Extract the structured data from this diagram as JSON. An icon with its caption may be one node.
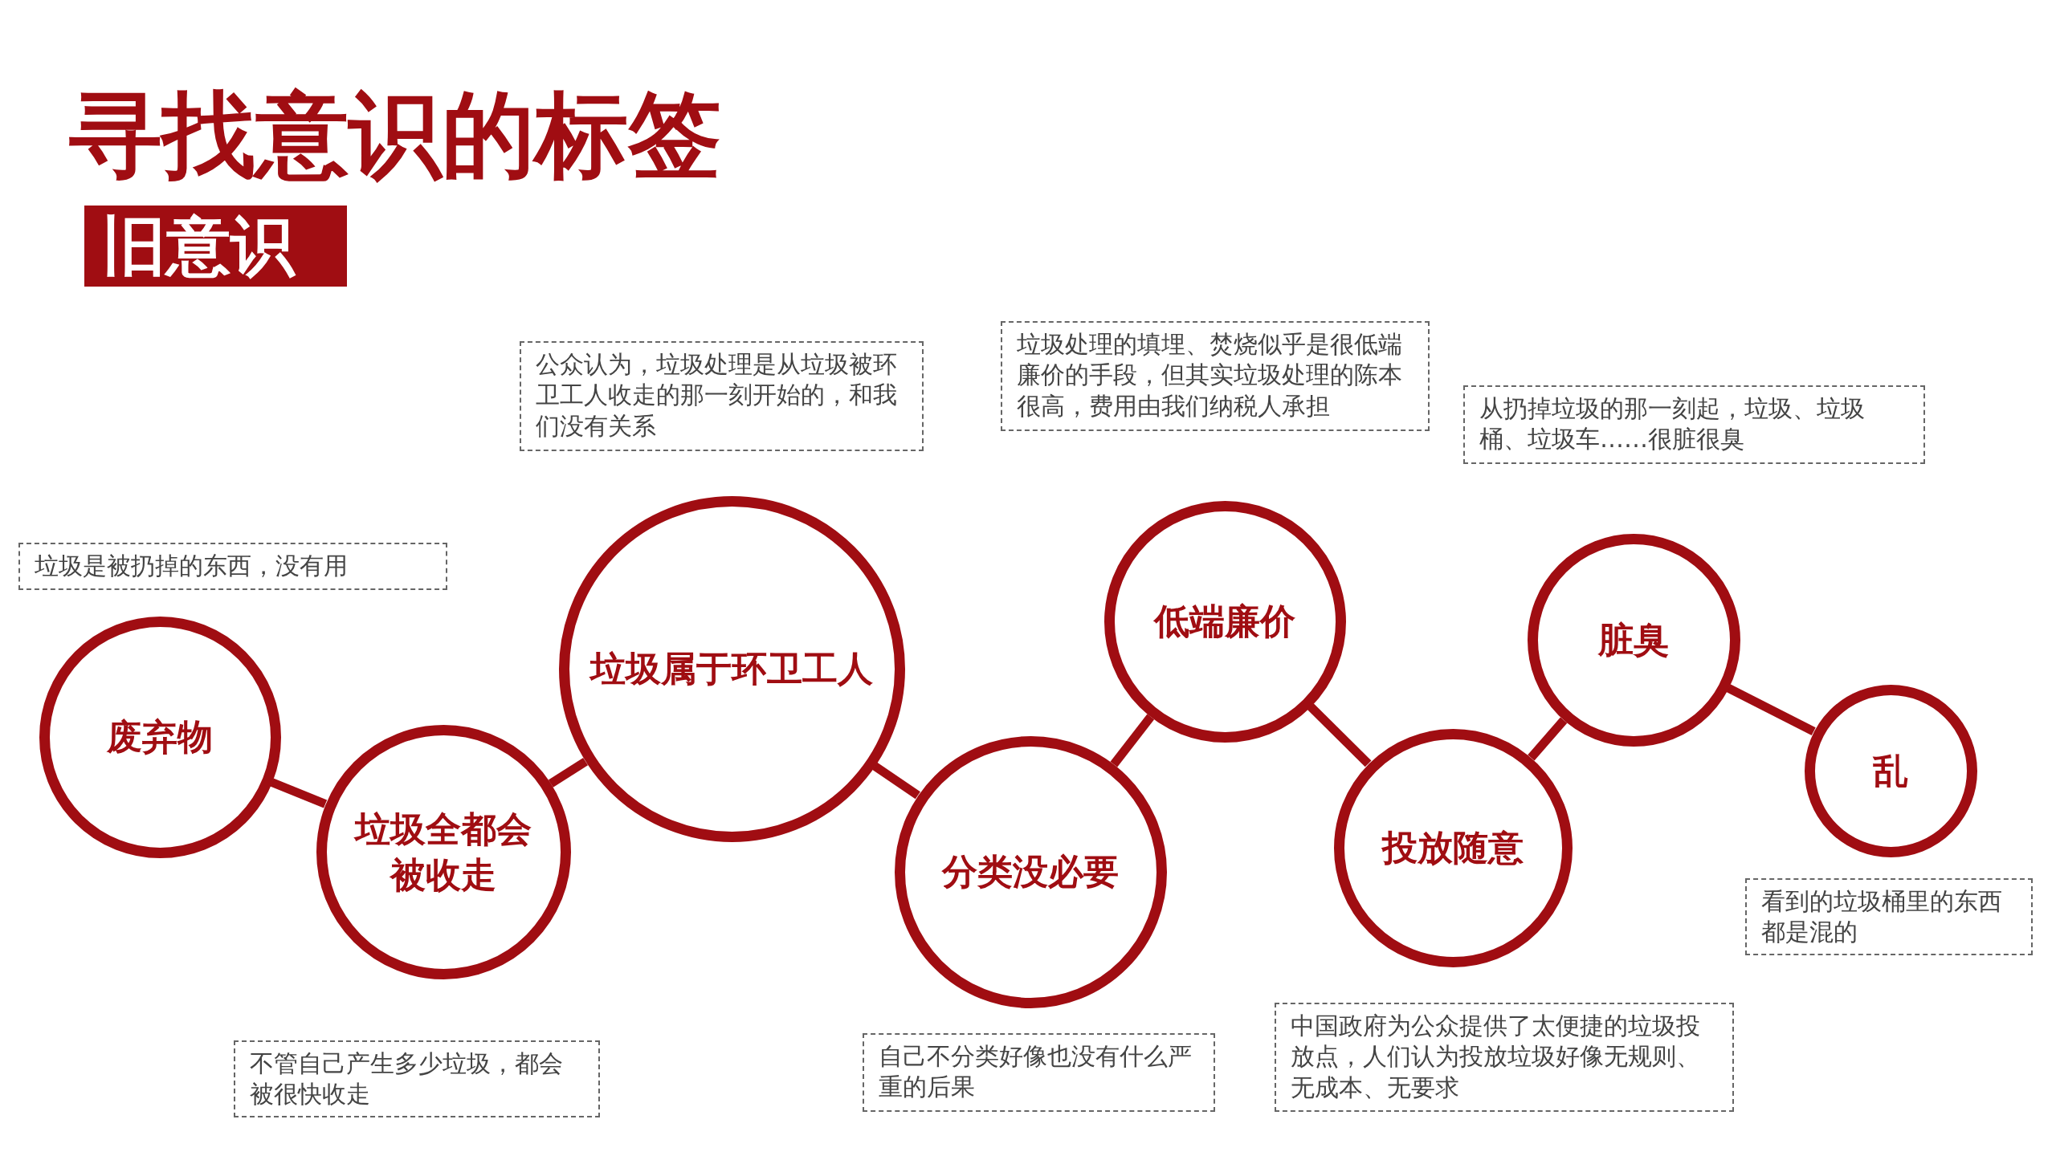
{
  "diagram": {
    "title": "寻找意识的标签",
    "nodes": [
      {
        "text": [
          "旧意识"
        ]
      },
      {
        "text": [
          "废弃物"
        ]
      },
      {
        "text": [
          "垃圾全都会被收走"
        ]
      },
      {
        "text": [
          "垃圾属于环卫工人"
        ]
      },
      {
        "text": [
          "分类没必要"
        ]
      },
      {
        "text": [
          "低端廉价"
        ]
      },
      {
        "text": [
          "投放随意"
        ]
      },
      {
        "text": [
          "脏臭"
        ]
      },
      {
        "text": [
          "乱"
        ]
      },
      {
        "text": [
          "垃圾是被扔掉的东西，没有用"
        ]
      },
      {
        "text": [
          "公众认为，垃圾处理是从垃圾被环卫工人收走的那一刻开始的，和我们没有关系"
        ]
      },
      {
        "text": [
          "垃圾处理的填埋、焚烧似乎是很低端廉价的手段，但其实垃圾处理的陈本很高，费用由我们纳税人承担"
        ]
      },
      {
        "text": [
          "从扔掉垃圾的那一刻起，垃圾、垃圾桶、垃圾车……很脏很臭"
        ]
      },
      {
        "text": [
          "看到的垃圾桶里的东西都是混的"
        ]
      },
      {
        "text": [
          "不管自己产生多少垃圾，都会被很快收走"
        ]
      },
      {
        "text": [
          "自己不分类好像也没有什么严重的后果"
        ]
      },
      {
        "text": [
          "中国政府为公众提供了太便捷的垃圾投放点，人们认为投放垃圾好像无规则、无成本、无要求"
        ]
      }
    ],
    "edges": [
      {
        "from": 1,
        "to": 2,
        "arrow": "none"
      },
      {
        "from": 2,
        "to": 3,
        "arrow": "none"
      },
      {
        "from": 3,
        "to": 4,
        "arrow": "none"
      },
      {
        "from": 4,
        "to": 5,
        "arrow": "none"
      },
      {
        "from": 5,
        "to": 6,
        "arrow": "none"
      },
      {
        "from": 6,
        "to": 7,
        "arrow": "none"
      },
      {
        "from": 7,
        "to": 8,
        "arrow": "none"
      }
    ]
  }
}
